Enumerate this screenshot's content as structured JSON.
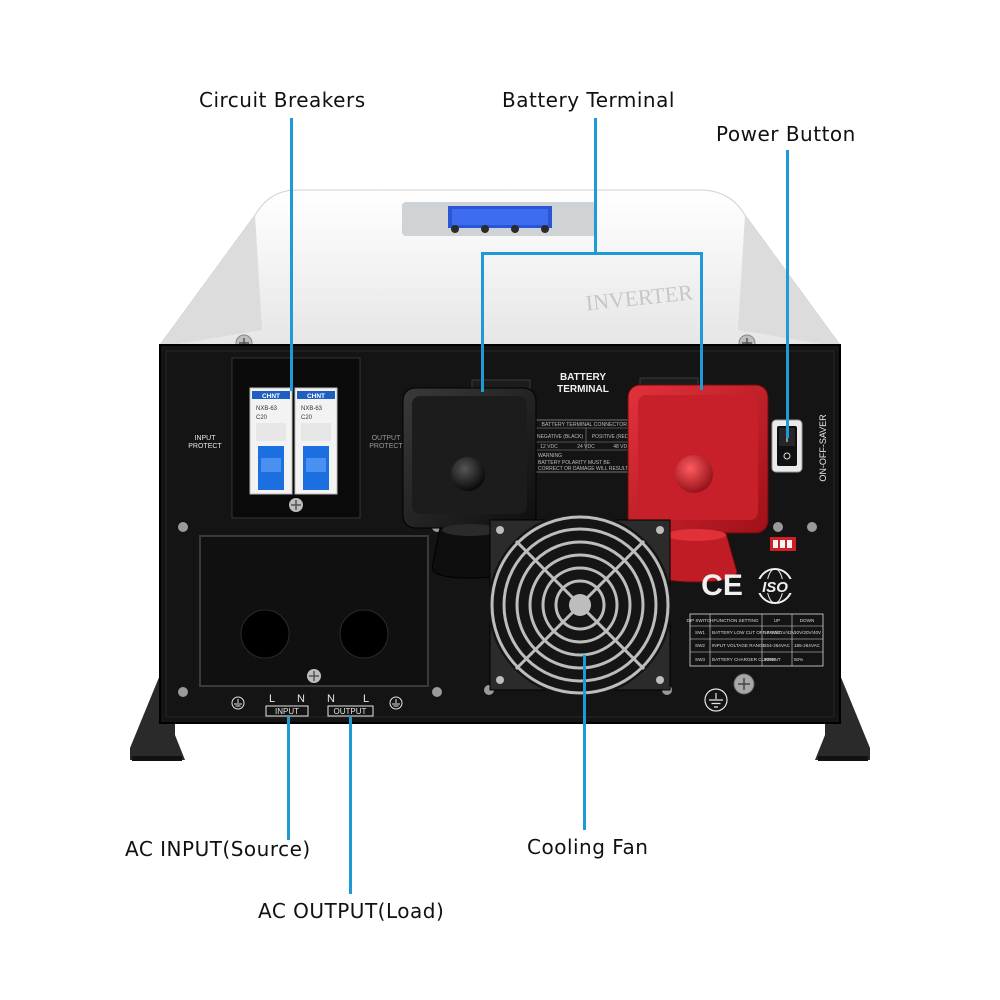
{
  "callouts": {
    "circuit_breakers": "Circuit Breakers",
    "battery_terminal": "Battery Terminal",
    "power_button": "Power Button",
    "ac_input": "AC INPUT(Source)",
    "ac_output": "AC OUTPUT(Load)",
    "cooling_fan": "Cooling Fan"
  },
  "panel": {
    "battery_terminal_title_1": "BATTERY",
    "battery_terminal_title_2": "TERMINAL",
    "input_protect_1": "INPUT",
    "input_protect_2": "PROTECT",
    "output_protect_1": "OUTPUT",
    "output_protect_2": "PROTECT",
    "switch_label": "ON-OFF-SAVER",
    "breaker_brand": "CHNT",
    "breaker_model": "NXB-63",
    "breaker_rating": "C20",
    "connector_table_title": "BATTERY TERMINAL CONNECTORS",
    "negative_label": "NEGATIVE (BLACK)",
    "positive_label": "POSITIVE (RED)",
    "volt_12": "12 VDC",
    "volt_24": "24 VDC",
    "volt_48": "48 VDC",
    "warning_1": "WARNING",
    "warning_2": "BATTERY POLARITY MUST BE",
    "warning_3": "CORRECT OR DAMAGE WILL RESULT",
    "ce_mark": "CE",
    "iso_mark": "ISO",
    "input_label": "INPUT",
    "output_label": "OUTPUT",
    "l1": "L",
    "n1": "N",
    "n2": "N",
    "l2": "L",
    "top_brand": "INVERTER"
  },
  "dip_table": {
    "headers": [
      "DIP SWITCH",
      "FUNCTION SETTING",
      "UP",
      "DOWN"
    ],
    "rows": [
      [
        "SW1",
        "BATTERY LOW CUT OFF POINT",
        "10.5V/21V/42V",
        "10V/20V/40V"
      ],
      [
        "SW2",
        "INPUT VOLTAGE RANGE",
        "154-264VAC",
        "185-264VAC"
      ],
      [
        "SW3",
        "BATTERY CHARGER CURRENT",
        "100%",
        "50%"
      ]
    ]
  },
  "colors": {
    "accent": "#1e9ad6",
    "panel": "#141414",
    "housing": "#f2f2f2",
    "red_terminal": "#c8202a",
    "lcd": "#2a55d4"
  }
}
